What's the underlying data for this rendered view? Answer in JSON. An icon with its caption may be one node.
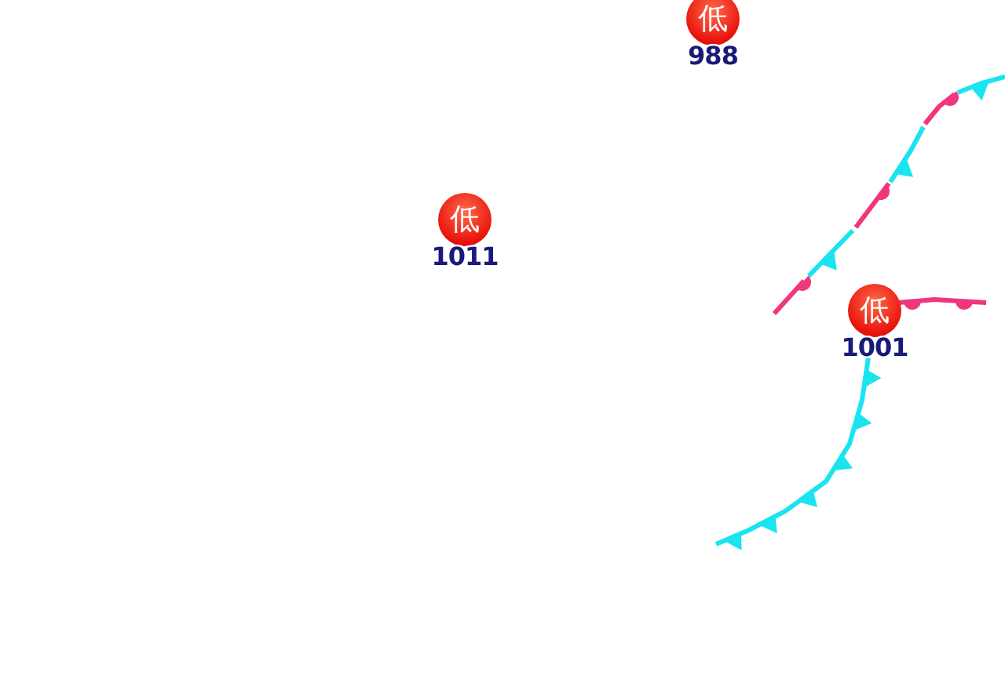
{
  "diagram": {
    "nodes": [
      {
        "text": [
          "低"
        ],
        "beside": [
          "988"
        ]
      },
      {
        "text": [
          "低"
        ],
        "beside": [
          "1011"
        ]
      },
      {
        "text": [
          "低"
        ],
        "beside": [
          "1001"
        ]
      }
    ]
  }
}
